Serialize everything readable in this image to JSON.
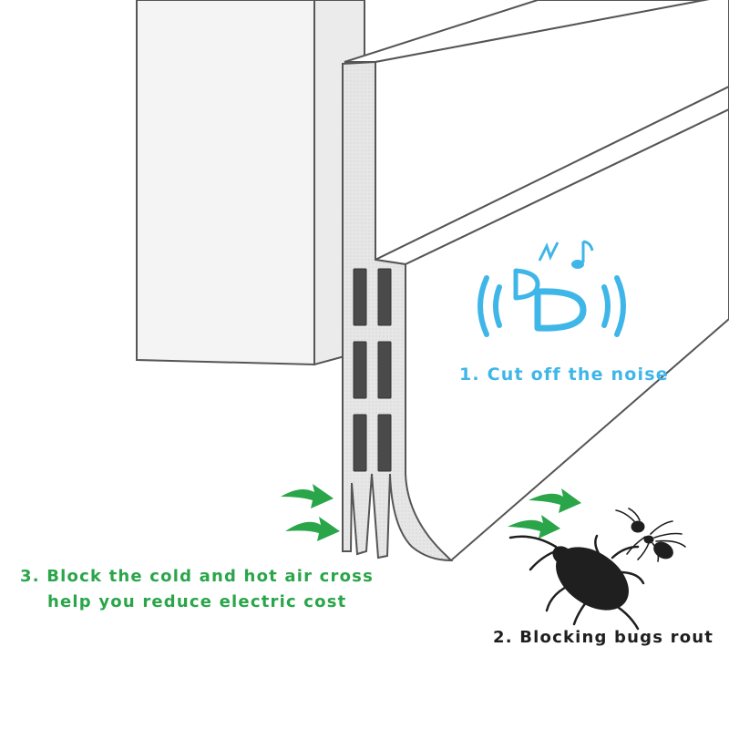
{
  "colors": {
    "noise_blue": "#3fb6e8",
    "air_green": "#2aa54a",
    "bug_black": "#1f1f1f",
    "outline": "#555555",
    "seal_gray": "#e6e6e6",
    "channel_gray": "#4a4a4a",
    "door_gray": "#f3f3f3"
  },
  "captions": {
    "noise": "1. Cut off the noise",
    "bugs": "2. Blocking bugs rout",
    "air_line1": "3. Block the cold and hot air cross",
    "air_line2": "help you reduce electric cost"
  },
  "icons": {
    "sound_waves": "sound-waves-icon",
    "music_note": "music-note-icon",
    "air_arrow": "green-arrow-icon",
    "cockroach": "cockroach-icon",
    "ant": "ant-icon"
  }
}
